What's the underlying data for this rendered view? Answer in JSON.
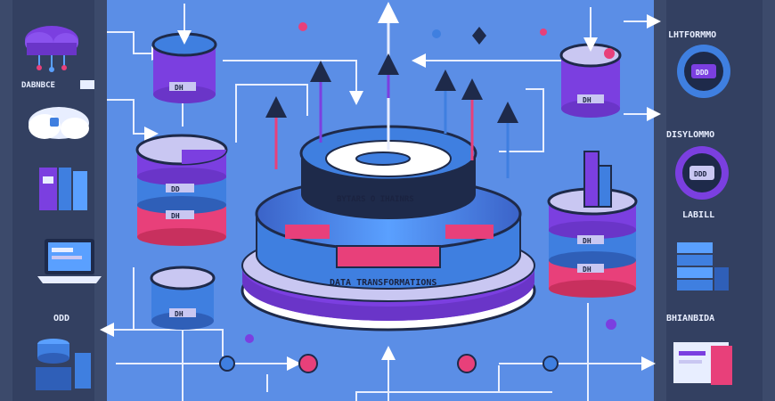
{
  "labels": {
    "left_top": "DABNBCE",
    "left_bottom": "ODD",
    "right_top": "LHTFORMMO",
    "right_mid": "DISYLOMMO",
    "right_mid2": "LABILL",
    "right_bottom": "BHIANBIDA",
    "platform_top": "DATA TRANSFORMATIONS",
    "platform_mid": "BYTARS O IHAINRS",
    "cyl_tl_band": "DH",
    "cyl_tr_band": "DH",
    "cyl_ml_band1": "DD",
    "cyl_ml_band2": "DH",
    "cyl_bl_band": "DH",
    "cyl_r_band1": "DH",
    "cyl_r_band2": "DH",
    "badge_r1": "DDD",
    "badge_r2": "DDD"
  },
  "colors": {
    "background": "#5b8ee6",
    "sidebar": "#3c4a6b",
    "navy": "#1e2a4a",
    "purple": "#7b3fe0",
    "blue": "#3f7fe0",
    "pink": "#e8407a",
    "lavender": "#c9c7f2"
  }
}
